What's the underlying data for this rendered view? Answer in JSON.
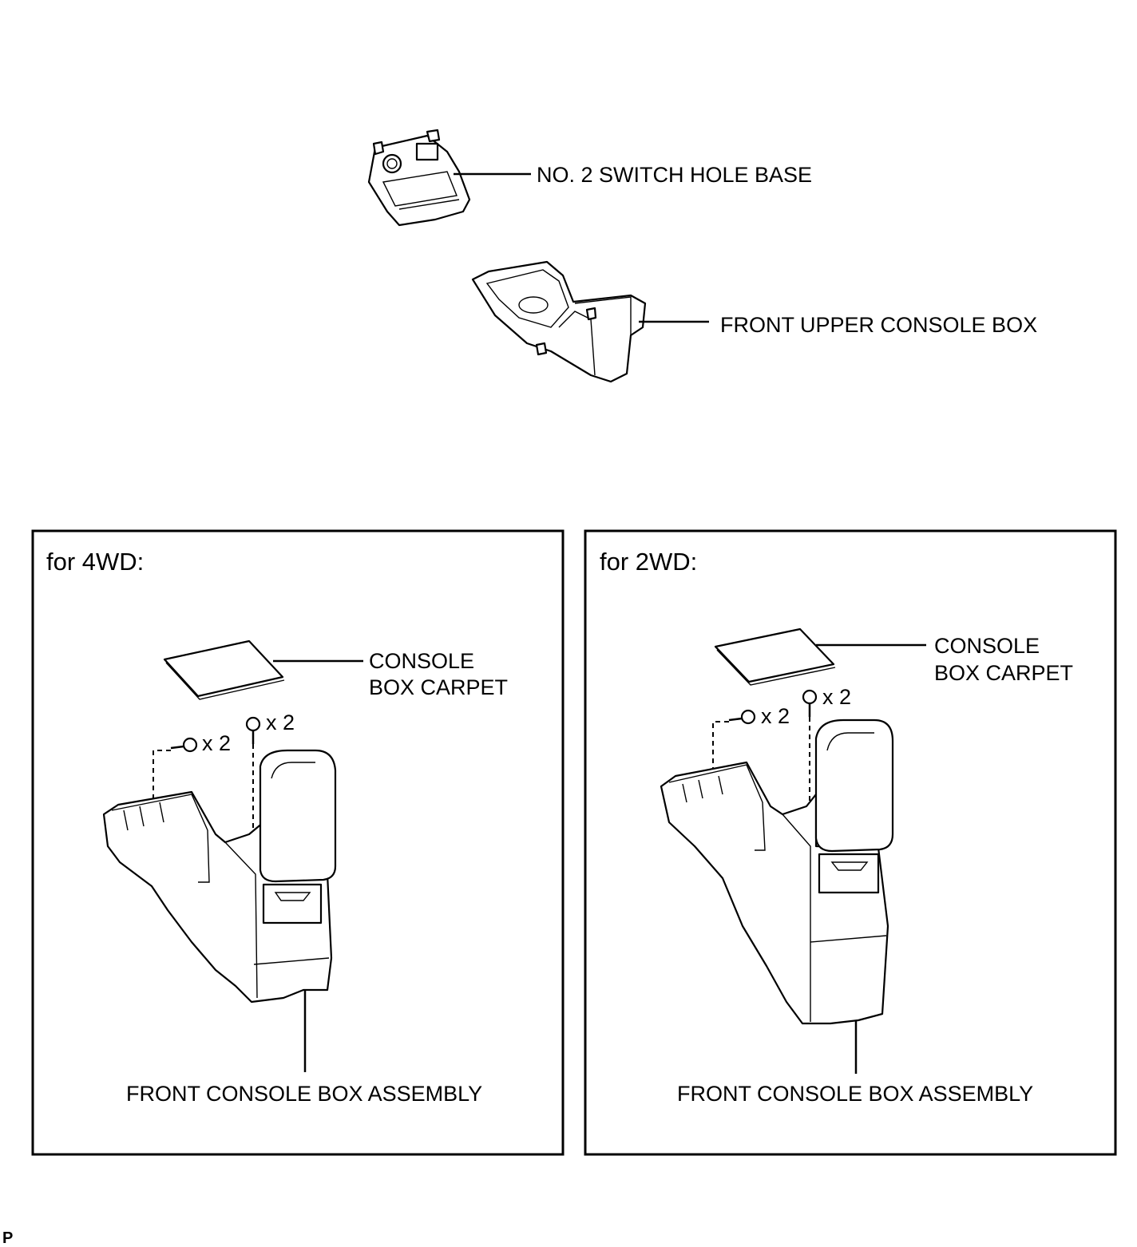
{
  "top": {
    "switch_hole_base_label": "NO. 2 SWITCH HOLE BASE",
    "front_upper_console_label": "FRONT UPPER CONSOLE BOX"
  },
  "panel_4wd": {
    "title": "for 4WD:",
    "carpet_label_line1": "CONSOLE",
    "carpet_label_line2": "BOX CARPET",
    "screw_count_a": "x 2",
    "screw_count_b": "x 2",
    "assembly_label": "FRONT CONSOLE BOX ASSEMBLY"
  },
  "panel_2wd": {
    "title": "for 2WD:",
    "carpet_label_line1": "CONSOLE",
    "carpet_label_line2": "BOX CARPET",
    "screw_count_a": "x 2",
    "screw_count_b": "x 2",
    "assembly_label": "FRONT CONSOLE BOX ASSEMBLY"
  },
  "footer_mark": "P"
}
